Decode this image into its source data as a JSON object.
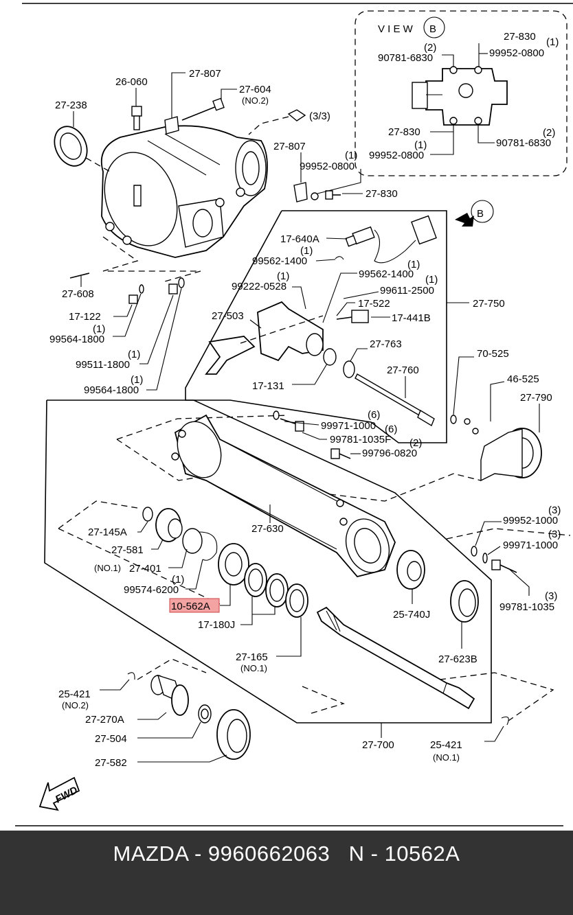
{
  "colors": {
    "highlight": "#f4a3a3",
    "footer_bg": "#333333",
    "footer_text": "#ffffff"
  },
  "view_b": {
    "title": "V I E W",
    "letter": "B"
  },
  "callout_b": "B",
  "fwd_label": "FWD",
  "labels": {
    "l27238": "27-238",
    "l26060": "26-060",
    "l27807a": "27-807",
    "l27604": "27-604",
    "l27604n": "(NO.2)",
    "l33": "(3/3)",
    "l27807b": "27-807",
    "l99952a_q": "(1)",
    "l99952a": "99952-0800",
    "l27830a": "27-830",
    "v27830a": "27-830",
    "v99952a_q": "(1)",
    "v99952a": "99952-0800",
    "v90781a_q": "(2)",
    "v90781a": "90781-6830",
    "v27830b": "27-830",
    "v99952b_q": "(1)",
    "v99952b": "99952-0800",
    "v90781b_q": "(2)",
    "v90781b": "90781-6830",
    "l17640a": "17-640A",
    "l99562a_q": "(1)",
    "l99562a": "99562-1400",
    "l99562b_q": "(1)",
    "l99562b": "99562-1400",
    "l99222_q": "(1)",
    "l99222": "99222-0528",
    "l99611_q": "(1)",
    "l99611": "99611-2500",
    "l17522": "17-522",
    "l27750": "27-750",
    "l17441b": "17-441B",
    "l27503": "27-503",
    "l27763": "27-763",
    "l27760": "27-760",
    "l17131": "17-131",
    "l27608": "27-608",
    "l17122": "17-122",
    "l99564a_q": "(1)",
    "l99564a": "99564-1800",
    "l99511_q": "(1)",
    "l99511": "99511-1800",
    "l99564b_q": "(1)",
    "l99564b": "99564-1800",
    "l70525": "70-525",
    "l46525": "46-525",
    "l27790": "27-790",
    "l99971a_q": "(6)",
    "l99971a": "99971-1000",
    "l99781a_q": "(6)",
    "l99781a": "99781-1035F",
    "l99796_q": "(2)",
    "l99796": "99796-0820",
    "l27630": "27-630",
    "l27145a": "27-145A",
    "l27581": "27-581",
    "l27401n": "(NO.1)",
    "l27401": "27-401",
    "l99574_q": "(1)",
    "l99574": "99574-6200",
    "l10562a": "10-562A",
    "l17180j": "17-180J",
    "l27165": "27-165",
    "l27165n": "(NO.1)",
    "l25740j": "25-740J",
    "l99952c_q": "(3)",
    "l99952c": "99952-1000",
    "l99971b_q": "(3)",
    "l99971b": "99971-1000",
    "l99781b_q": "(3)",
    "l99781b": "99781-1035",
    "l27623b": "27-623B",
    "l25421a": "25-421",
    "l25421an": "(NO.2)",
    "l27270a": "27-270A",
    "l27504": "27-504",
    "l27582": "27-582",
    "l27700": "27-700",
    "l25421b": "25-421",
    "l25421bn": "(NO.1)"
  },
  "footer": {
    "text": "MAZDA - 9960662063   N - 10562A"
  }
}
